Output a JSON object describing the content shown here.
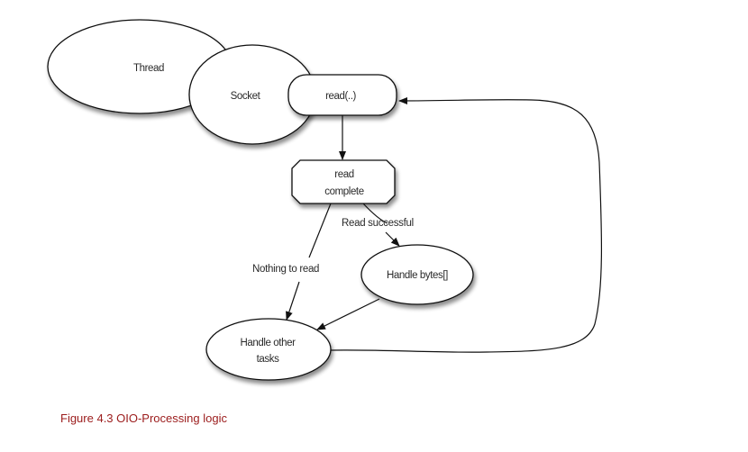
{
  "diagram": {
    "title": "OIO-Processing logic",
    "nodes": {
      "thread": {
        "label": "Thread",
        "shape": "ellipse"
      },
      "socket": {
        "label": "Socket",
        "shape": "ellipse"
      },
      "read_call": {
        "label": "read(..)",
        "shape": "rounded-rectangle"
      },
      "read_complete": {
        "label_lines": [
          "read",
          "complete"
        ],
        "shape": "octagon"
      },
      "handle_bytes": {
        "label": "Handle bytes[]",
        "shape": "ellipse"
      },
      "handle_other": {
        "label_lines": [
          "Handle other",
          "tasks"
        ],
        "shape": "ellipse"
      }
    },
    "edges": [
      {
        "from": "read_call",
        "to": "read_complete",
        "label": ""
      },
      {
        "from": "read_complete",
        "to": "handle_bytes",
        "label": "Read successful"
      },
      {
        "from": "read_complete",
        "to": "handle_other",
        "label": "Nothing to read"
      },
      {
        "from": "handle_bytes",
        "to": "handle_other",
        "label": ""
      },
      {
        "from": "handle_other",
        "to": "read_call",
        "label": ""
      }
    ],
    "colors": {
      "stroke": "#111111",
      "node_fill": "#ffffff",
      "text": "#2a2a2a",
      "caption": "#9b1b1b"
    }
  },
  "caption": {
    "text": "Figure 4.3 OIO-Processing logic"
  }
}
